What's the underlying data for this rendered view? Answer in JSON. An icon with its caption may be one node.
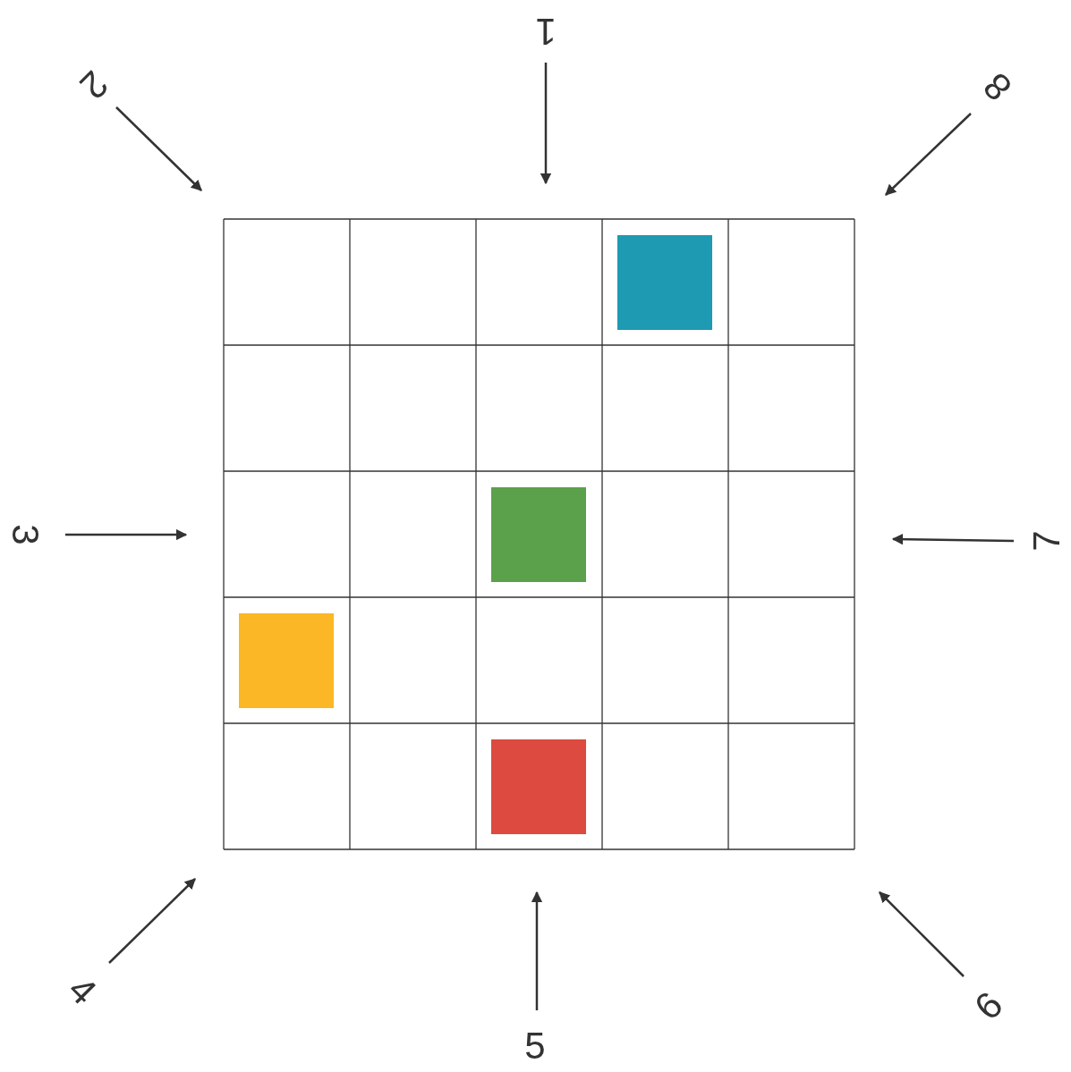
{
  "diagram": {
    "labels": [
      "1",
      "2",
      "8",
      "3",
      "7",
      "4",
      "5",
      "6"
    ]
  }
}
